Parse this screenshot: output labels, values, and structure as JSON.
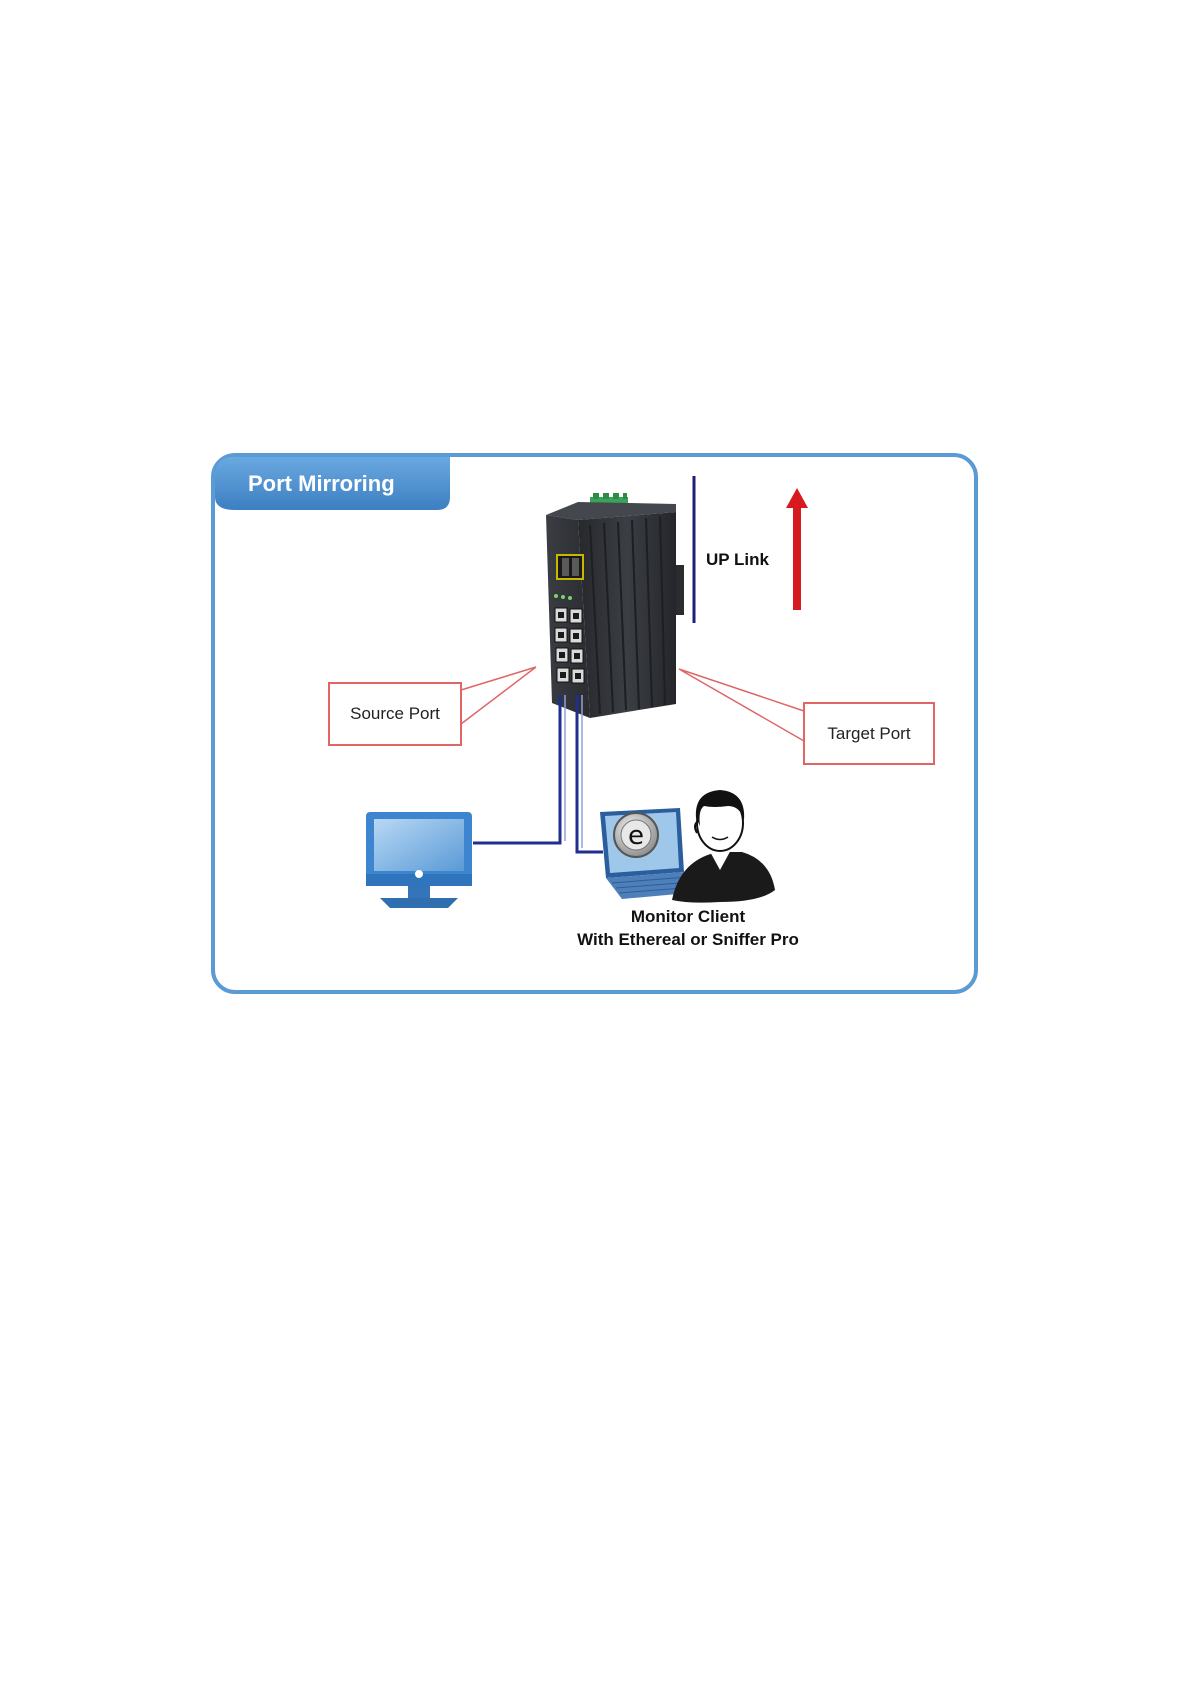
{
  "diagram": {
    "title": "Port Mirroring",
    "uplink_label": "UP Link",
    "source_port_label": "Source Port",
    "target_port_label": "Target Port",
    "monitor_client_line1": "Monitor Client",
    "monitor_client_line2": "With Ethereal or Sniffer Pro"
  },
  "colors": {
    "frame_border": "#5b9bd5",
    "title_tab_fill": "#4a8fd0",
    "title_text": "#ffffff",
    "uplink_line": "#1f1f7a",
    "uplink_arrow": "#d71920",
    "callout_border": "#e06666",
    "cable": "#1f2f8f",
    "switch_body": "#2f3136",
    "pc_screen": "#4a90d9"
  },
  "icons": {
    "switch": "industrial-ethernet-switch-icon",
    "desktop": "desktop-computer-icon",
    "laptop": "laptop-icon",
    "user": "person-icon",
    "sniffer": "ethereal-logo-icon"
  }
}
